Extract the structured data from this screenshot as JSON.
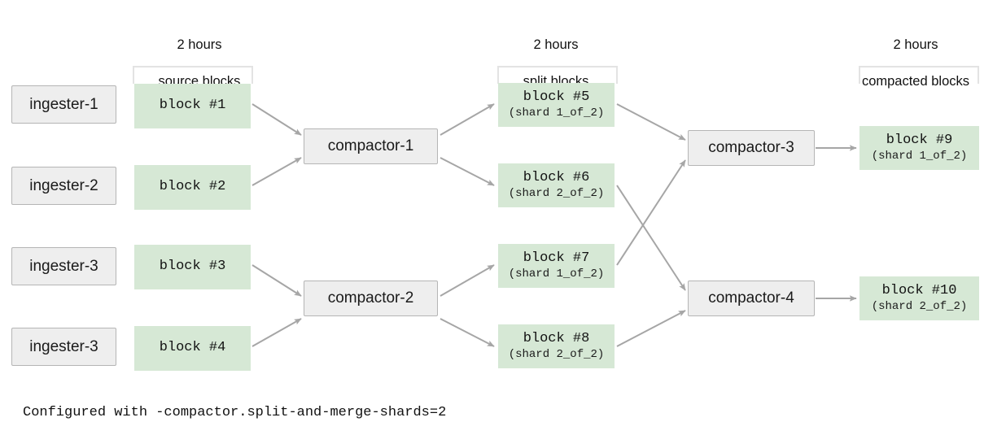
{
  "diagram": {
    "title_caption": "Configured with -compactor.split-and-merge-shards=2",
    "colors": {
      "green_fill": "#d6e8d5",
      "gray_fill": "#eeeeee",
      "gray_border": "#b5b5b5",
      "arrow": "#a6a6a6",
      "bracket": "#e3e3e3",
      "text": "#111111"
    },
    "group_labels": [
      {
        "id": "source",
        "line1": "2 hours",
        "line2": "source blocks"
      },
      {
        "id": "split",
        "line1": "2 hours",
        "line2": "split blocks"
      },
      {
        "id": "compacted",
        "line1": "2 hours",
        "line2": "compacted blocks"
      }
    ],
    "ingesters": [
      {
        "label": "ingester-1"
      },
      {
        "label": "ingester-2"
      },
      {
        "label": "ingester-3"
      },
      {
        "label": "ingester-3"
      }
    ],
    "source_blocks": [
      {
        "label": "block #1",
        "shard": ""
      },
      {
        "label": "block #2",
        "shard": ""
      },
      {
        "label": "block #3",
        "shard": ""
      },
      {
        "label": "block #4",
        "shard": ""
      }
    ],
    "compactors_first": [
      {
        "label": "compactor-1"
      },
      {
        "label": "compactor-2"
      }
    ],
    "split_blocks": [
      {
        "label": "block #5",
        "shard": "(shard 1_of_2)"
      },
      {
        "label": "block #6",
        "shard": "(shard 2_of_2)"
      },
      {
        "label": "block #7",
        "shard": "(shard 1_of_2)"
      },
      {
        "label": "block #8",
        "shard": "(shard 2_of_2)"
      }
    ],
    "compactors_second": [
      {
        "label": "compactor-3"
      },
      {
        "label": "compactor-4"
      }
    ],
    "compacted_blocks": [
      {
        "label": "block #9",
        "shard": "(shard 1_of_2)"
      },
      {
        "label": "block #10",
        "shard": "(shard 2_of_2)"
      }
    ]
  }
}
